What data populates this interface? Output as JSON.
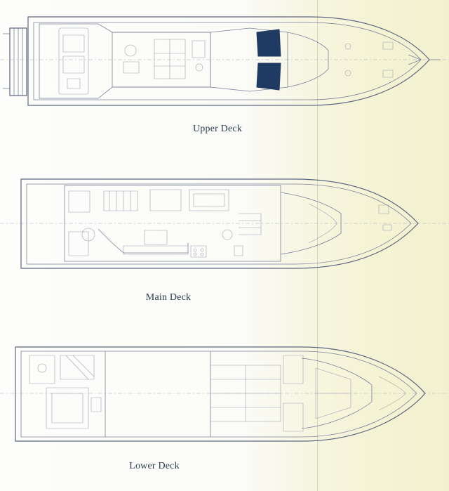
{
  "decks": [
    {
      "key": "upper",
      "label": "Upper Deck"
    },
    {
      "key": "main",
      "label": "Main Deck"
    },
    {
      "key": "lower",
      "label": "Lower Deck"
    }
  ]
}
